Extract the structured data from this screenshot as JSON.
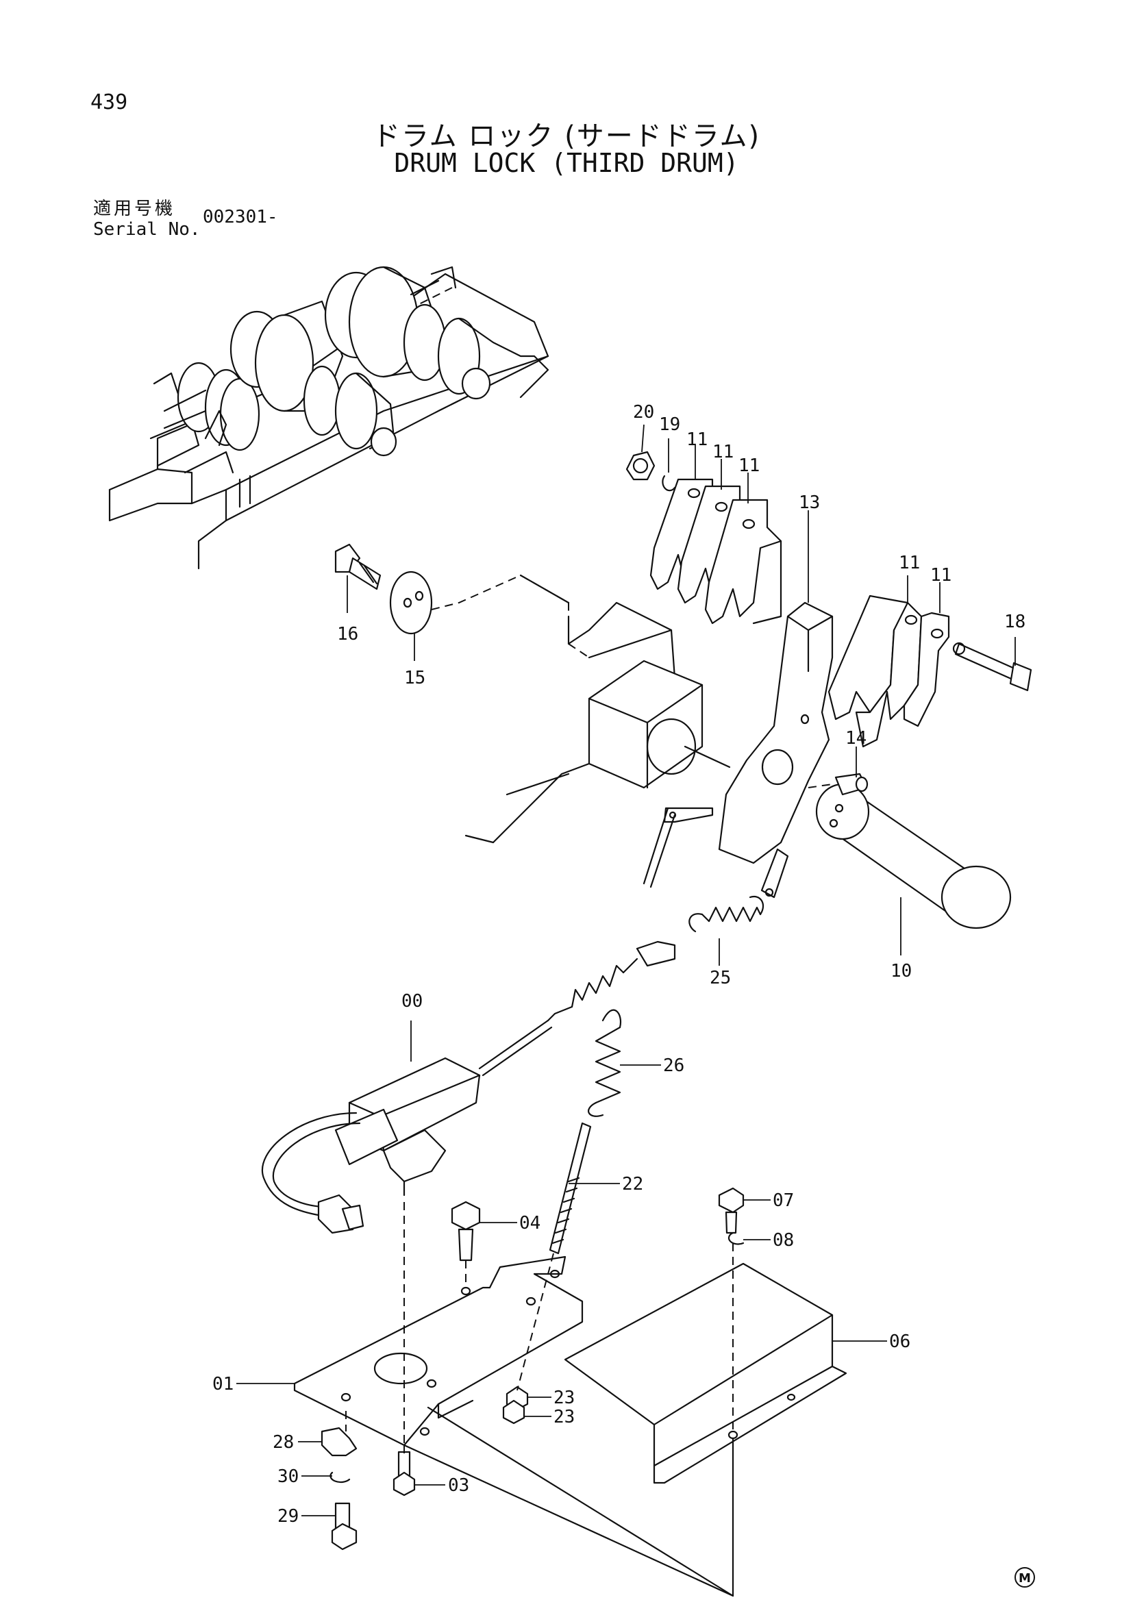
{
  "page": {
    "number": "439"
  },
  "title": {
    "jp": "ドラム ロック (サードドラム)",
    "en": "DRUM LOCK (THIRD DRUM)"
  },
  "serial": {
    "label_jp": "適用号機",
    "label_en": "Serial No.",
    "value": "002301-"
  },
  "parts": {
    "p00": "00",
    "p01": "01",
    "p03": "03",
    "p04": "04",
    "p06": "06",
    "p07": "07",
    "p08": "08",
    "p10": "10",
    "p11": "11",
    "p13": "13",
    "p14": "14",
    "p15": "15",
    "p16": "16",
    "p18": "18",
    "p19": "19",
    "p20": "20",
    "p22": "22",
    "p23": "23",
    "p25": "25",
    "p26": "26",
    "p28": "28",
    "p29": "29",
    "p30": "30"
  },
  "mark": "M"
}
